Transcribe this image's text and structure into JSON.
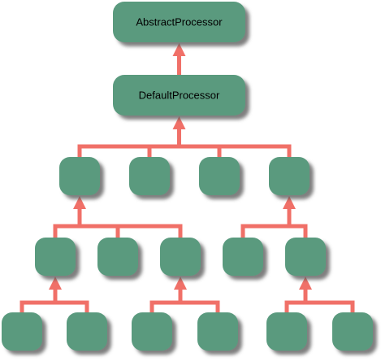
{
  "diagram": {
    "colors": {
      "node_fill": "#5a9a7e",
      "node_shadow": "#666666",
      "connector": "#f07068"
    },
    "nodes": [
      {
        "id": "abstract",
        "label": "AbstractProcessor"
      },
      {
        "id": "default",
        "label": "DefaultProcessor"
      },
      {
        "id": "l2a",
        "label": ""
      },
      {
        "id": "l2b",
        "label": ""
      },
      {
        "id": "l2c",
        "label": ""
      },
      {
        "id": "l2d",
        "label": ""
      },
      {
        "id": "l3a",
        "label": ""
      },
      {
        "id": "l3b",
        "label": ""
      },
      {
        "id": "l3c",
        "label": ""
      },
      {
        "id": "l3d",
        "label": ""
      },
      {
        "id": "l3e",
        "label": ""
      },
      {
        "id": "l4a",
        "label": ""
      },
      {
        "id": "l4b",
        "label": ""
      },
      {
        "id": "l4c",
        "label": ""
      },
      {
        "id": "l4d",
        "label": ""
      },
      {
        "id": "l4e",
        "label": ""
      },
      {
        "id": "l4f",
        "label": ""
      }
    ],
    "edges": [
      {
        "parent": "abstract",
        "children": [
          "default"
        ]
      },
      {
        "parent": "default",
        "children": [
          "l2a",
          "l2b",
          "l2c",
          "l2d"
        ]
      },
      {
        "parent": "l2a",
        "children": [
          "l3a",
          "l3b",
          "l3c"
        ]
      },
      {
        "parent": "l2d",
        "children": [
          "l3d",
          "l3e"
        ]
      },
      {
        "parent": "l3a",
        "children": [
          "l4a",
          "l4b"
        ]
      },
      {
        "parent": "l3c",
        "children": [
          "l4c",
          "l4d"
        ]
      },
      {
        "parent": "l3e",
        "children": [
          "l4e",
          "l4f"
        ]
      }
    ]
  }
}
